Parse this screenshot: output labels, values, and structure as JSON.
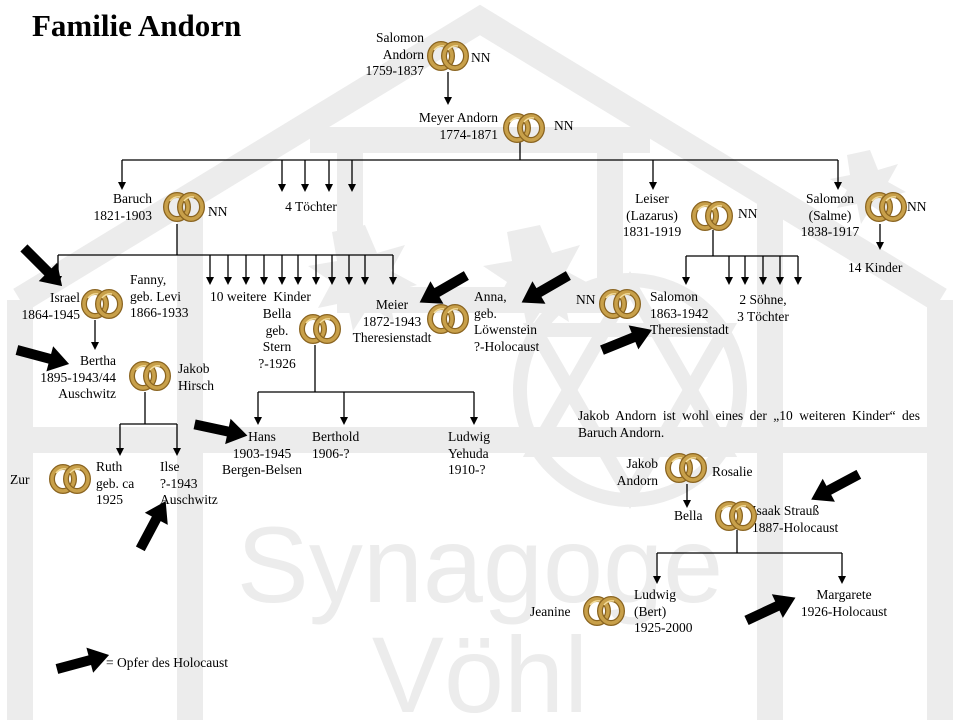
{
  "title": "Familie Andorn",
  "watermark": {
    "line1": "Synagoge",
    "line2": "Vöhl"
  },
  "colors": {
    "ring_gold": "#c8a04a",
    "ring_dark": "#8a6420",
    "arrow": "#000000",
    "watermark": "#ececec"
  },
  "people": {
    "salomon1": "Salomon\nAndorn\n1759-1837",
    "nn_salomon1": "NN",
    "meyer": "Meyer Andorn\n1774-1871",
    "nn_meyer": "NN",
    "baruch": "Baruch\n1821-1903",
    "nn_baruch": "NN",
    "toechter4": "4 Töchter",
    "leiser": "Leiser\n(Lazarus)\n1831-1919",
    "nn_leiser": "NN",
    "salomon_salme": "Salomon\n(Salme)\n1838-1917",
    "nn_salme": "NN",
    "kinder14": "14 Kinder",
    "israel": "Israel\n1864-1945",
    "fanny": "Fanny,\ngeb. Levi\n1866-1933",
    "weitere10": "10 weitere  Kinder",
    "bella_stern": "Bella\ngeb.\nStern\n?-1926",
    "meier": "Meier\n1872-1943\nTheresienstadt",
    "anna": "Anna,\ngeb.\nLöwenstein\n?-Holocaust",
    "nn_salomon2": "NN",
    "salomon2": "Salomon\n1863-1942\nTheresienstadt",
    "soehne": "2 Söhne,\n3 Töchter",
    "bertha": "Bertha\n1895-1943/44\nAuschwitz",
    "jakob_hirsch": "Jakob\nHirsch",
    "hans": "Hans\n1903-1945\nBergen-Belsen",
    "berthold": "Berthold\n1906-?",
    "ludwig_yehuda": "Ludwig\nYehuda\n1910-?",
    "zur": "Zur",
    "ruth": "Ruth\ngeb. ca\n1925",
    "ilse": "Ilse\n?-1943\nAuschwitz",
    "jakob_andorn": "Jakob\nAndorn",
    "rosalie": "Rosalie",
    "bella2": "Bella",
    "isaak": "Isaak Strauß\n1887-Holocaust",
    "jeanine": "Jeanine",
    "ludwig_bert": "Ludwig\n(Bert)\n1925-2000",
    "margarete": "Margarete\n1926-Holocaust"
  },
  "note": "Jakob Andorn ist wohl eines der „10 weiteren Kinder“ des Baruch  Andorn.",
  "legend": "= Opfer des Holocaust"
}
